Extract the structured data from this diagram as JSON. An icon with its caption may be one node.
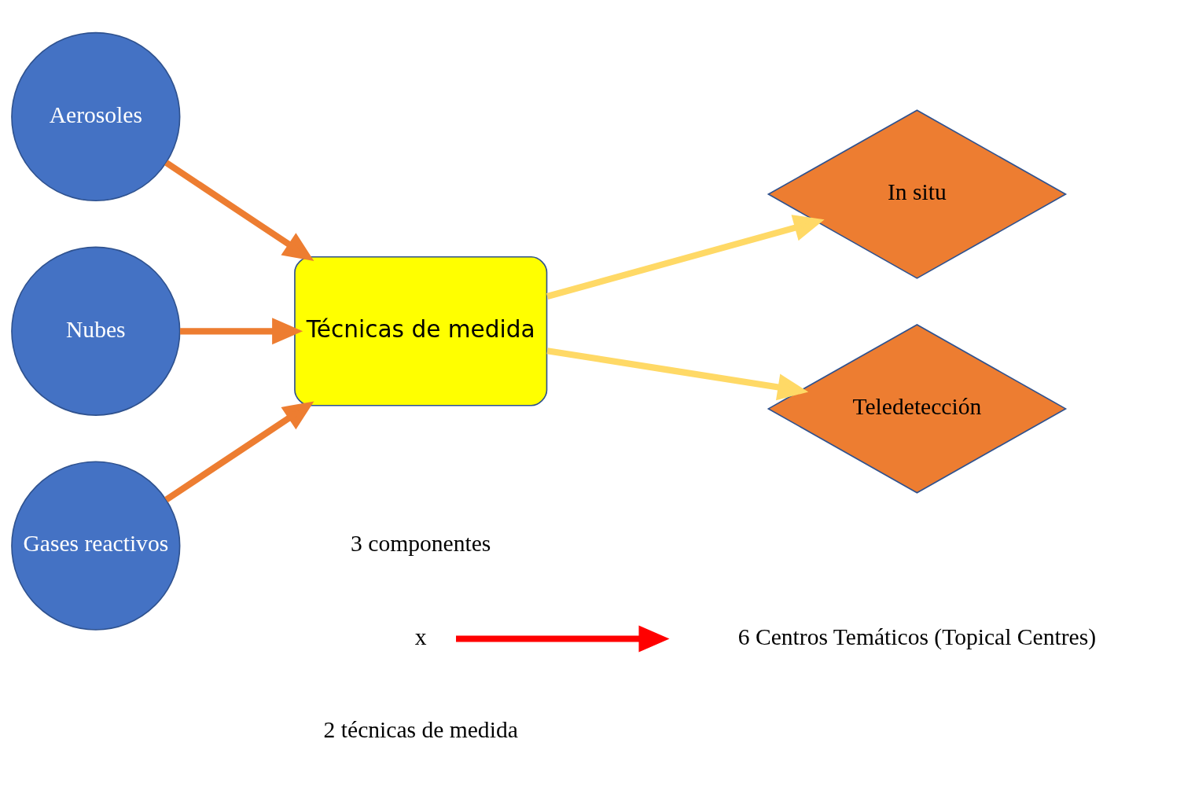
{
  "diagram": {
    "nodes": [
      {
        "text": [
          "Aerosoles"
        ]
      },
      {
        "text": [
          "Nubes"
        ]
      },
      {
        "text": [
          "Gases reactivos"
        ]
      },
      {
        "text": [
          "Técnicas de medida"
        ]
      },
      {
        "text": [
          "In situ"
        ]
      },
      {
        "text": [
          "Teledetección"
        ]
      },
      {
        "text": [
          "3 componentes"
        ]
      },
      {
        "text": [
          "x"
        ]
      },
      {
        "text": [
          "2 técnicas de medida"
        ]
      },
      {
        "text": [
          "6 Centros Temáticos (Topical Centres)"
        ]
      }
    ],
    "edges": [
      {
        "from": 0,
        "to": 3,
        "arrow": "to"
      },
      {
        "from": 1,
        "to": 3,
        "arrow": "to"
      },
      {
        "from": 2,
        "to": 3,
        "arrow": "to"
      },
      {
        "from": 3,
        "to": 4,
        "arrow": "to",
        "color": "#ffd966"
      },
      {
        "from": 3,
        "to": 5,
        "arrow": "to",
        "color": "#ffd966"
      },
      {
        "from": 7,
        "to": 9,
        "arrow": "to",
        "color": "#ff0000"
      }
    ]
  }
}
